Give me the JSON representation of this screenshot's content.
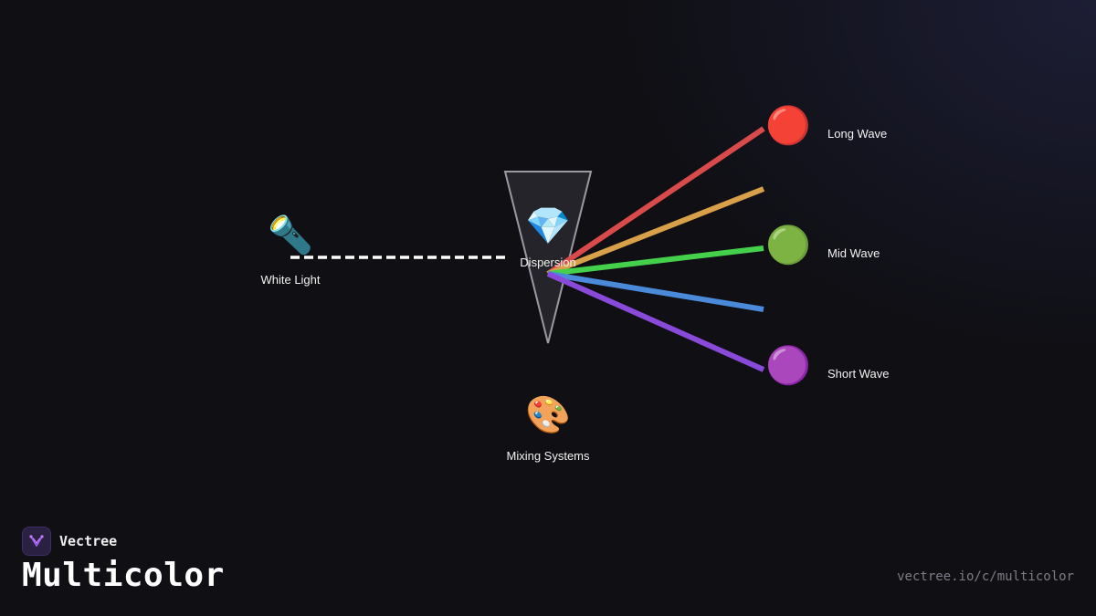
{
  "nodes": {
    "white_light": {
      "icon": "flashlight-icon",
      "emoji": "🔦",
      "label": "White Light"
    },
    "dispersion": {
      "icon": "gem-icon",
      "emoji": "💎",
      "label": "Dispersion"
    },
    "mixing": {
      "icon": "palette-icon",
      "emoji": "🎨",
      "label": "Mixing Systems"
    },
    "long_wave": {
      "icon": "red-circle-icon",
      "emoji": "🔴",
      "label": "Long Wave"
    },
    "mid_wave": {
      "icon": "green-circle-icon",
      "emoji": "🟢",
      "label": "Mid Wave"
    },
    "short_wave": {
      "icon": "purple-circle-icon",
      "emoji": "🟣",
      "label": "Short Wave"
    }
  },
  "rays": [
    {
      "name": "red",
      "color": "#d94a4a"
    },
    {
      "name": "orange",
      "color": "#d9a04a"
    },
    {
      "name": "green",
      "color": "#44d04a"
    },
    {
      "name": "blue",
      "color": "#4a8ad9"
    },
    {
      "name": "violet",
      "color": "#8a4ad9"
    }
  ],
  "colors": {
    "beam": "#ffffff",
    "prism_fill": "#24242a",
    "prism_stroke": "#9a9aa2",
    "background": "#0f0f14"
  },
  "brand": {
    "name": "Vectree",
    "logo_icon": "vectree-logo-icon"
  },
  "title": "Multicolor",
  "url": "vectree.io/c/multicolor"
}
